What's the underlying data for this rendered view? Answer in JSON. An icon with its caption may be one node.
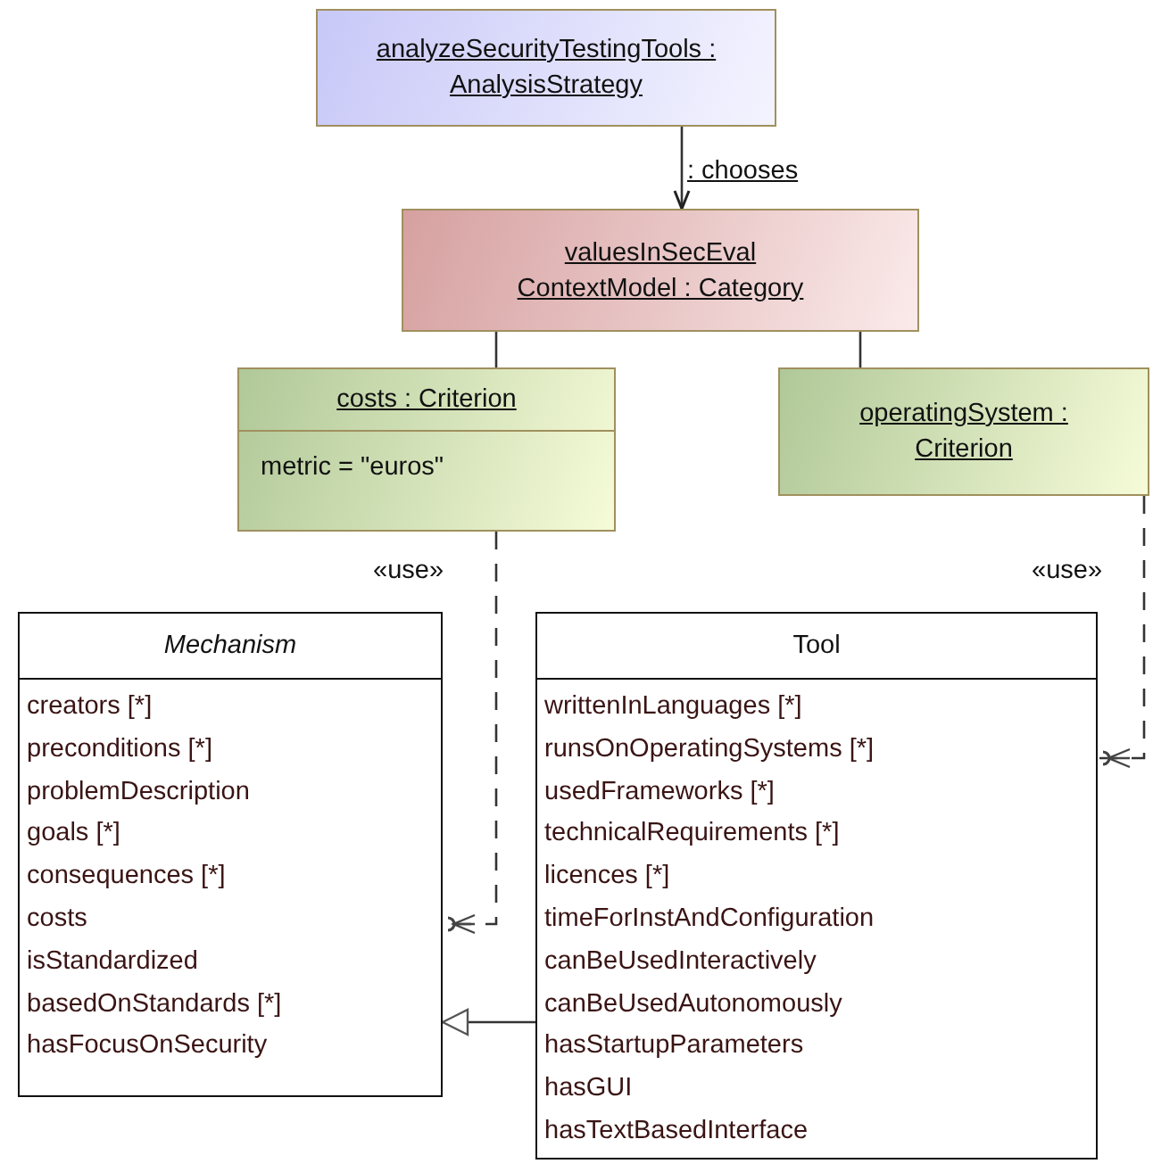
{
  "diagram": {
    "nodes": [
      {
        "text": [
          "analyzeSecurityTestingTools : AnalysisStrategy"
        ]
      },
      {
        "text": [
          "valuesInSecEval ContextModel : Category"
        ]
      },
      {
        "text": [
          "costs : Criterion",
          "metric = \"euros\""
        ]
      },
      {
        "text": [
          "operatingSystem : Criterion"
        ]
      },
      {
        "text": [
          "Mechanism",
          "creators [*]",
          "preconditions [*]",
          "problemDescription",
          "goals [*]",
          "consequences [*]",
          "costs",
          "isStandardized",
          "basedOnStandards [*]",
          "hasFocusOnSecurity"
        ]
      },
      {
        "text": [
          "Tool",
          "writtenInLanguages [*]",
          "runsOnOperatingSystems [*]",
          "usedFrameworks [*]",
          "technicalRequirements [*]",
          "licences [*]",
          "timeForInstAndConfiguration",
          "canBeUsedInteractively",
          "canBeUsedAutonomously",
          "hasStartupParameters",
          "hasGUI",
          "hasTextBasedInterface"
        ]
      }
    ],
    "edges": [
      {
        "from": 0,
        "to": 1,
        "arrow": "to",
        "label": ": chooses"
      },
      {
        "from": 1,
        "to": 2,
        "arrow": "none"
      },
      {
        "from": 1,
        "to": 3,
        "arrow": "none"
      },
      {
        "from": 2,
        "to": 4,
        "arrow": "to",
        "label": "«use»",
        "style": "dashed"
      },
      {
        "from": 3,
        "to": 5,
        "arrow": "to",
        "label": "«use»",
        "style": "dashed"
      },
      {
        "from": 5,
        "to": 4,
        "arrow": "to"
      }
    ]
  }
}
